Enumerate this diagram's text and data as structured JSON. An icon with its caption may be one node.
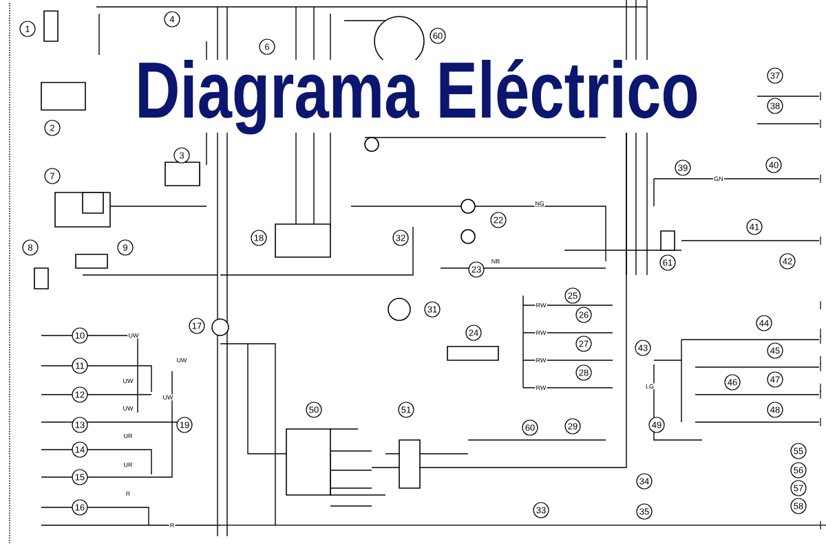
{
  "diagram": {
    "title": "Diagrama Eléctrico",
    "labels": [
      "1",
      "4",
      "60",
      "6",
      "37",
      "38",
      "2",
      "3",
      "39",
      "40",
      "7",
      "GN",
      "22",
      "41",
      "18",
      "32",
      "8",
      "9",
      "NG",
      "NB",
      "61",
      "42",
      "23",
      "25",
      "RW",
      "31",
      "26",
      "17",
      "44",
      "RW",
      "24",
      "10",
      "27",
      "43",
      "UW",
      "45",
      "UW",
      "RW",
      "11",
      "28",
      "47",
      "UW",
      "46",
      "RW",
      "LG",
      "12",
      "UW",
      "UW",
      "50",
      "51",
      "48",
      "13",
      "19",
      "60",
      "29",
      "49",
      "UR",
      "14",
      "55",
      "UR",
      "56",
      "15",
      "34",
      "57",
      "R",
      "16",
      "58",
      "33",
      "35",
      "R"
    ]
  }
}
